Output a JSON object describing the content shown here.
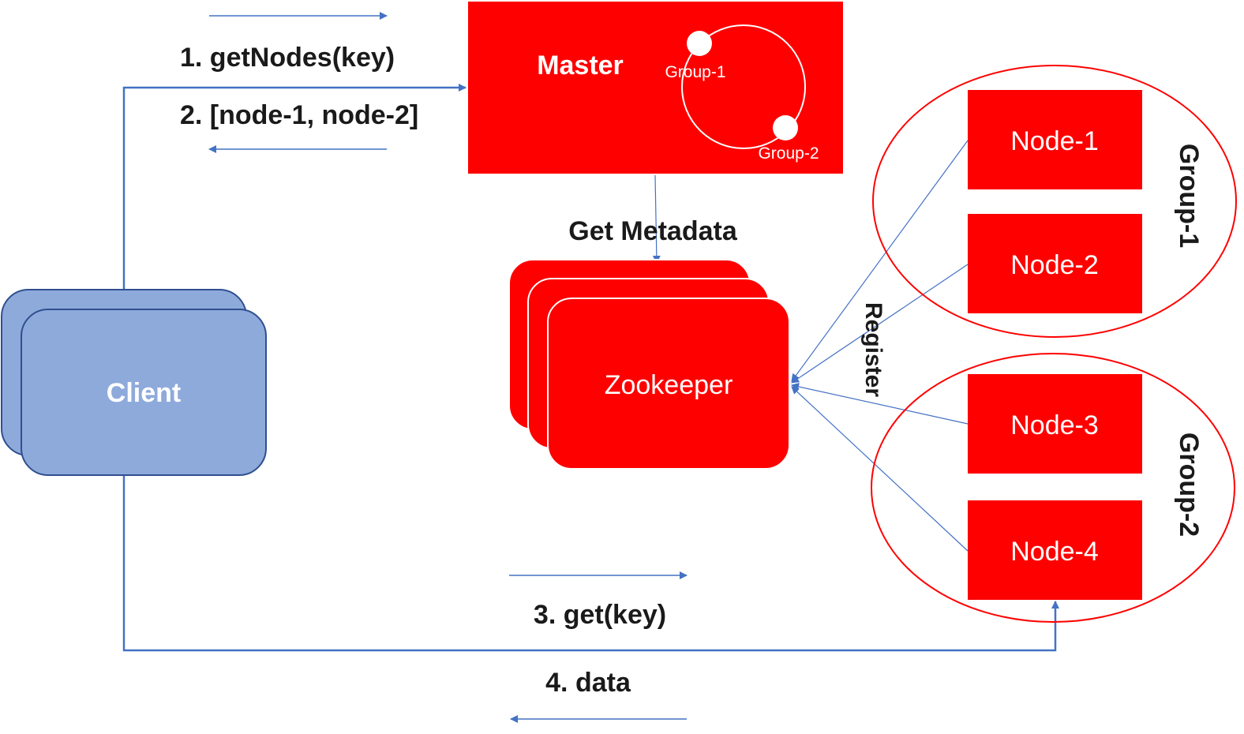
{
  "master": {
    "label": "Master",
    "ring_labels": [
      "Group-1",
      "Group-2"
    ]
  },
  "client": {
    "label": "Client"
  },
  "zookeeper": {
    "label": "Zookeeper"
  },
  "nodes": [
    {
      "label": "Node-1"
    },
    {
      "label": "Node-2"
    },
    {
      "label": "Node-3"
    },
    {
      "label": "Node-4"
    }
  ],
  "groups": [
    {
      "label": "Group-1"
    },
    {
      "label": "Group-2"
    }
  ],
  "edges": {
    "step1": "1. getNodes(key)",
    "step2": "2. [node-1, node-2]",
    "step3": "3. get(key)",
    "step4": "4. data",
    "get_metadata": "Get Metadata",
    "register": "Register"
  },
  "colors": {
    "red": "#ff0000",
    "client_fill": "#8eaadb",
    "client_stroke": "#2f4f8f",
    "arrow_blue": "#4472c4"
  }
}
